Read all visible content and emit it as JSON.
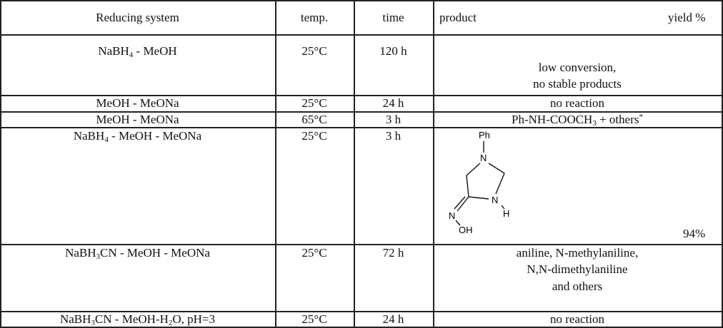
{
  "headers": {
    "reducing_system": "Reducing system",
    "temp": "temp.",
    "time": "time",
    "product": "product",
    "yield": "yield %"
  },
  "rows": [
    {
      "system_parts": [
        "NaBH",
        "4",
        " - MeOH"
      ],
      "temp": "25°C",
      "time": "120 h",
      "product_lines": [
        "low conversion,",
        "no stable products"
      ],
      "yield": ""
    },
    {
      "system_parts": [
        "MeOH - MeONa"
      ],
      "temp": "25°C",
      "time": "24 h",
      "product_lines": [
        "no reaction"
      ],
      "yield": ""
    },
    {
      "system_parts": [
        "MeOH - MeONa"
      ],
      "temp": "65°C",
      "time": "3 h",
      "product_parts": [
        "Ph-NH-COOCH",
        "3",
        " + others",
        "*"
      ],
      "yield": ""
    },
    {
      "system_parts": [
        "NaBH",
        "4",
        " - MeOH - MeONa"
      ],
      "temp": "25°C",
      "time": "3 h",
      "structure_labels": {
        "ph": "Ph",
        "n1": "N",
        "n2": "N",
        "h": "H",
        "n3": "N",
        "oh": "OH"
      },
      "yield": "94%"
    },
    {
      "system_parts": [
        "NaBH",
        "3",
        "CN - MeOH - MeONa"
      ],
      "temp": "25°C",
      "time": "72 h",
      "product_lines": [
        "aniline, N-methylaniline,",
        "N,N-dimethylaniline",
        "and others"
      ],
      "yield": ""
    },
    {
      "system_parts": [
        "NaBH",
        "3",
        "CN - MeOH-H",
        "2",
        "O,  pH=3"
      ],
      "temp": "25°C",
      "time": "24 h",
      "product_lines": [
        "no reaction"
      ],
      "yield": ""
    }
  ]
}
